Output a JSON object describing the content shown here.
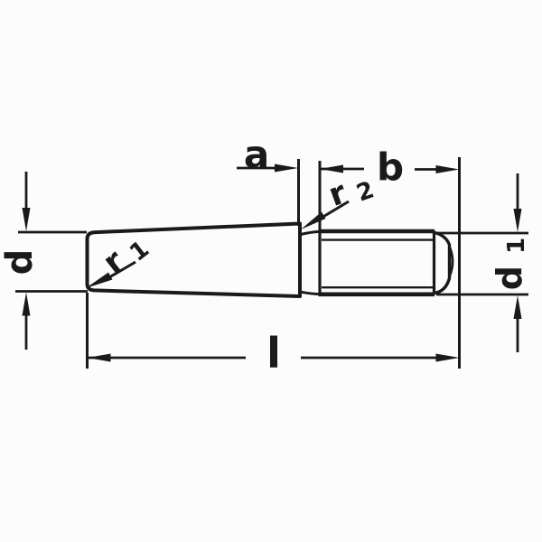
{
  "colors": {
    "ink": "#1a1a1a",
    "paper": "#fcfcfc"
  },
  "labels": {
    "a": "a",
    "b": "b",
    "d": "d",
    "l": "l",
    "d1_base": "d",
    "d1_sub": "1",
    "r1_base": "r",
    "r1_sub": "1",
    "r2_base": "r",
    "r2_sub": "2"
  }
}
